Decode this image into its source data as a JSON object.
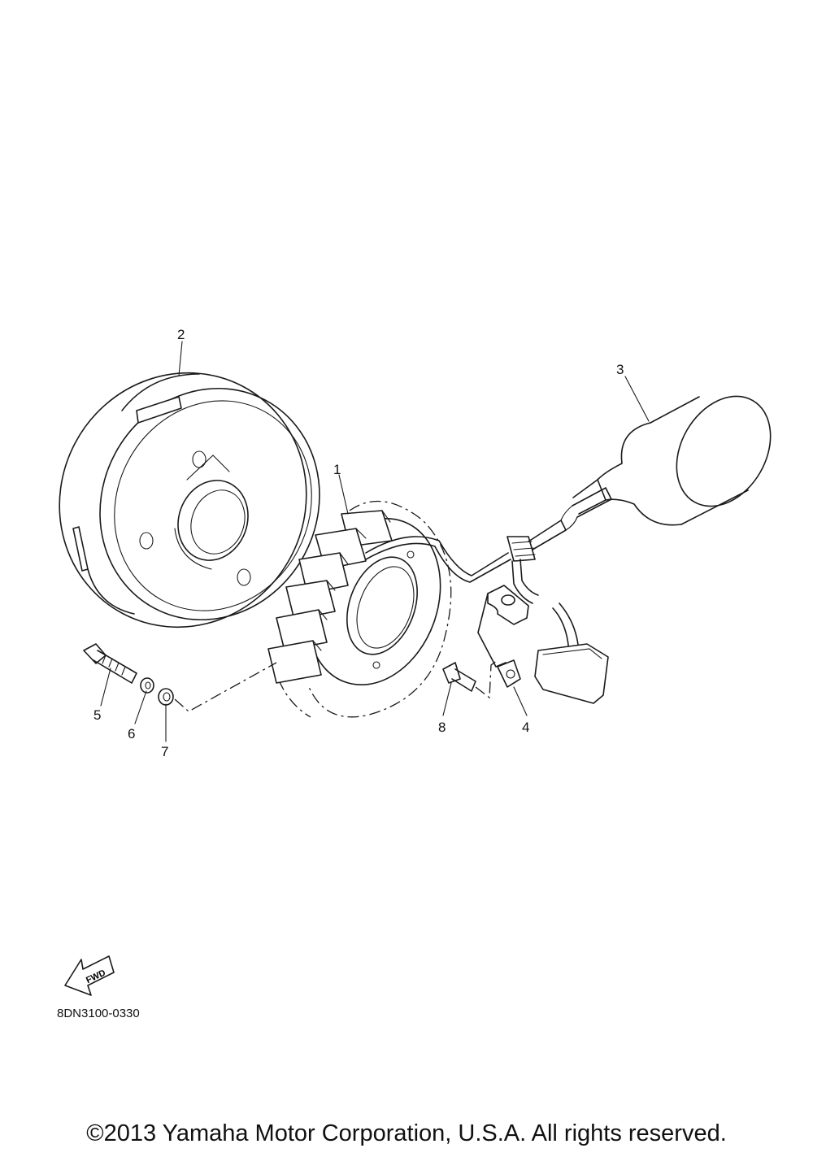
{
  "callouts": [
    {
      "id": "1",
      "label": "1"
    },
    {
      "id": "2",
      "label": "2"
    },
    {
      "id": "3",
      "label": "3"
    },
    {
      "id": "4",
      "label": "4"
    },
    {
      "id": "5",
      "label": "5"
    },
    {
      "id": "6",
      "label": "6"
    },
    {
      "id": "7",
      "label": "7"
    },
    {
      "id": "8",
      "label": "8"
    }
  ],
  "fwd_arrow": {
    "label": "FWD"
  },
  "diagram_code": "8DN3100-0330",
  "copyright": "©2013 Yamaha Motor Corporation, U.S.A. All rights reserved."
}
